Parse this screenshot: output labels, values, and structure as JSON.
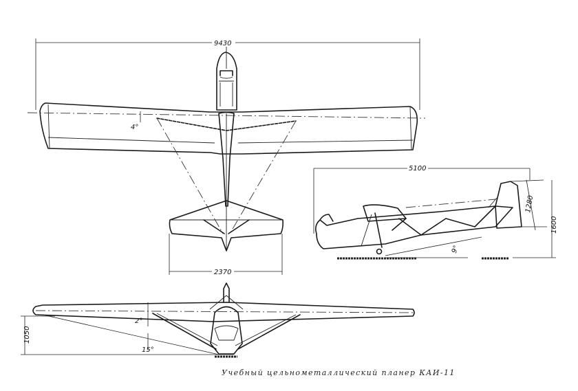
{
  "drawing": {
    "title": "Учебный цельнометаллический планер КАИ-11",
    "views": {
      "top": {
        "span_label": "9430",
        "dihedral_label": "4°",
        "tail_span_label": "2370"
      },
      "side": {
        "length_label": "5100",
        "fin_height_label": "1280",
        "total_height_label": "1600",
        "ground_angle_label": "9°"
      },
      "front": {
        "dihedral_label": "2°",
        "ground_clearance_angle_label": "15°",
        "wing_height_label": "1050"
      }
    },
    "colors": {
      "line": "#1a1a1a",
      "background": "#ffffff"
    }
  }
}
